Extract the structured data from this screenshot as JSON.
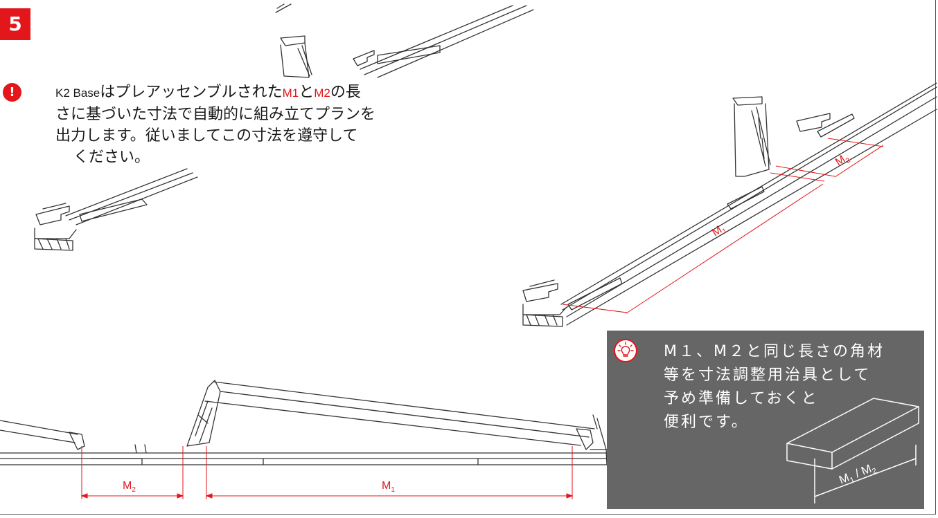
{
  "step": {
    "number": "5"
  },
  "warning": {
    "icon": "exclamation-icon",
    "line1_prefix": "K2 Base",
    "line1_mid": "はプレアッセンブルされた",
    "m1": "M1",
    "and": "と",
    "m2": "M2",
    "line1_suffix": "の長",
    "line2": "さに基づいた寸法で自動的に組み立てプランを",
    "line3": "出力します。従いましてこの寸法を遵守して",
    "line4": "ください。"
  },
  "tip": {
    "icon": "lightbulb-icon",
    "line1": "M１、M２と同じ長さの角材",
    "line2": "等を寸法調整用治具として",
    "line3": "予め準備しておくと",
    "line4": "便利です。",
    "dimension": {
      "base": "M",
      "sub1": "1",
      "slash": " / ",
      "sub2": "2"
    }
  },
  "dimensions": {
    "iso_m1": {
      "base": "M",
      "sub": "1"
    },
    "iso_m2": {
      "base": "M",
      "sub": "2"
    },
    "side_m1": {
      "base": "M",
      "sub": "1"
    },
    "side_m2": {
      "base": "M",
      "sub": "2"
    }
  },
  "colors": {
    "accent": "#e3161b",
    "tip_bg": "#666666",
    "line": "#333333"
  }
}
